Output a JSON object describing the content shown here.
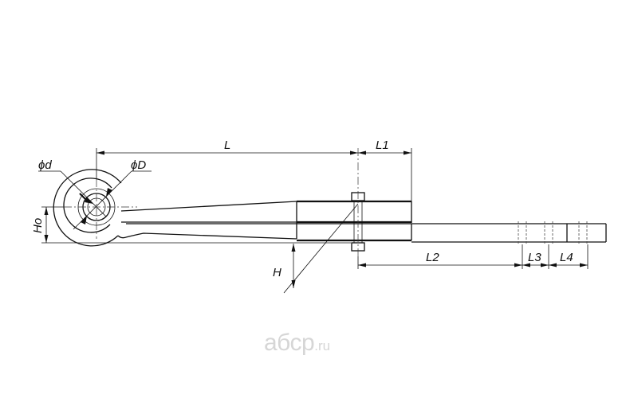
{
  "diagram": {
    "labels": {
      "L": "L",
      "L1": "L1",
      "L2": "L2",
      "L3": "L3",
      "L4": "L4",
      "H": "H",
      "Ho": "Ho",
      "d": "ϕd",
      "D": "ϕD"
    }
  },
  "watermark": {
    "name": "абср",
    "tld": ".ru"
  }
}
